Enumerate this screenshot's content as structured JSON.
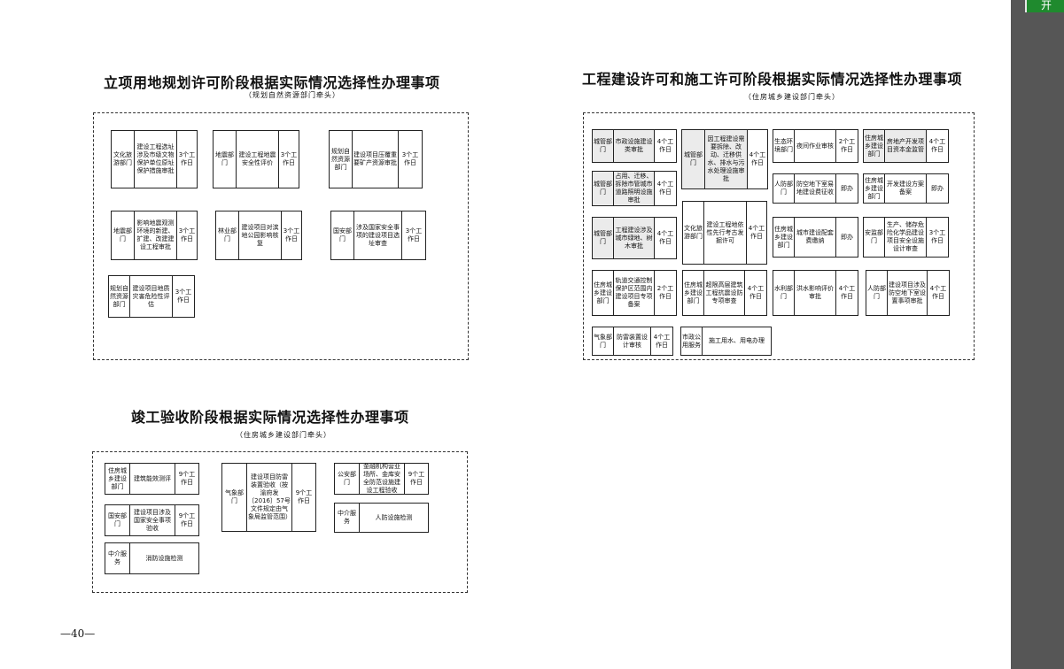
{
  "page_number": "—40—",
  "corner_label": "开",
  "sections": {
    "land": {
      "title": "立项用地规划许可阶段根据实际情况选择性办理事项",
      "subtitle": "（规划自然资源部门牵头）",
      "items": [
        {
          "dept": "文化旅游部门",
          "task": "建设工程选址涉及市级文物保护单位原址保护措施审批",
          "time": "3个工作日"
        },
        {
          "dept": "地震部门",
          "task": "建设工程地震安全性评价",
          "time": "3个工作日"
        },
        {
          "dept": "规划自然资源部门",
          "task": "建设项目压覆重要矿产资源审批",
          "time": "3个工作日"
        },
        {
          "dept": "地震部门",
          "task": "影响地震观测环境的新建、扩建、改建建设工程审批",
          "time": "3个工作日"
        },
        {
          "dept": "林业部门",
          "task": "建设项目对滨地公园影响核复",
          "time": "3个工作日"
        },
        {
          "dept": "国安部门",
          "task": "涉及国家安全事项的建设项目选址审查",
          "time": "3个工作日"
        },
        {
          "dept": "规划自然资源部门",
          "task": "建设项目地质灾害危险性评估",
          "time": "3个工作日"
        }
      ]
    },
    "construction": {
      "title": "工程建设许可和施工许可阶段根据实际情况选择性办理事项",
      "subtitle": "（住房城乡建设部门牵头）",
      "items": [
        {
          "dept": "城管部门",
          "task": "市政设施建设类审批",
          "time": "4个工作日"
        },
        {
          "dept": "城管部门",
          "task": "因工程建设需要拆除、改动、迁移供水、排水与污水处理设施审批",
          "time": "4个工作日"
        },
        {
          "dept": "生态环境部门",
          "task": "夜间作业审核",
          "time": "2个工作日"
        },
        {
          "dept": "住房城乡建设部门",
          "task": "房地产开发项目资本金监管",
          "time": "4个工作日"
        },
        {
          "dept": "城管部门",
          "task": "占用、迁移、拆除市管城市道路照明设施审批",
          "time": "4个工作日"
        },
        {
          "dept": "人防部门",
          "task": "防空地下室易地建设费征收",
          "time": "即办"
        },
        {
          "dept": "住房城乡建设部门",
          "task": "开发建设方案备案",
          "time": "即办"
        },
        {
          "dept": "城管部门",
          "task": "工程建设涉及城市绿地、树木审批",
          "time": "4个工作日"
        },
        {
          "dept": "文化旅游部门",
          "task": "建设工程地依性先行考古发掘许可",
          "time": "4个工作日"
        },
        {
          "dept": "住房城乡建设部门",
          "task": "城市建设配套费缴纳",
          "time": "即办"
        },
        {
          "dept": "安监部门",
          "task": "生产、储存危险化学品建设项目安全设施设计审查",
          "time": "3个工作日"
        },
        {
          "dept": "住房城乡建设部门",
          "task": "轨道交通控制保护区范围内建设项目专项备案",
          "time": "2个工作日"
        },
        {
          "dept": "住房城乡建设部门",
          "task": "超限高层建筑工程抗震设防专项审查",
          "time": "4个工作日"
        },
        {
          "dept": "水利部门",
          "task": "洪水影响评价审批",
          "time": "4个工作日"
        },
        {
          "dept": "人防部门",
          "task": "建设项目涉及防空地下室设置事项审批",
          "time": "4个工作日"
        },
        {
          "dept": "气象部门",
          "task": "防雷装置设计审核",
          "time": "4个工作日"
        },
        {
          "dept": "市政公用服务",
          "task": "施工用水、用电办理",
          "time": ""
        }
      ]
    },
    "completion": {
      "title": "竣工验收阶段根据实际情况选择性办理事项",
      "subtitle": "（住房城乡建设部门牵头）",
      "items": [
        {
          "dept": "住房城乡建设部门",
          "task": "建筑能效测评",
          "time": "9个工作日"
        },
        {
          "dept": "气象部门",
          "task": "建设项目防雷装置验收（按渝府发〔2016〕57号文件规定由气象局监管范围）",
          "time": "9个工作日"
        },
        {
          "dept": "公安部门",
          "task": "金融机构营业场所、金库安全防范设施建设工程验收",
          "time": "9个工作日"
        },
        {
          "dept": "国安部门",
          "task": "建设项目涉及国家安全事项验收",
          "time": "9个工作日"
        },
        {
          "dept": "中介服务",
          "task": "人防设施检测",
          "time": ""
        },
        {
          "dept": "中介服务",
          "task": "消防设施检测",
          "time": ""
        }
      ]
    }
  }
}
